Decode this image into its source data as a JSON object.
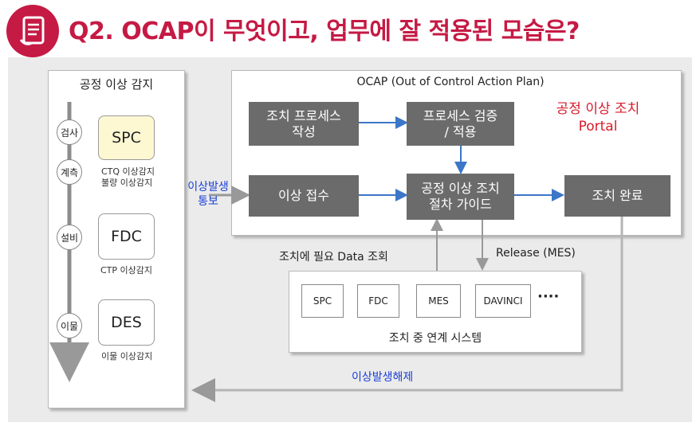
{
  "title": "Q2. OCAP이 무엇이고, 업무에 잘 적용된 모습은?",
  "icon_name": "document-icon",
  "left_panel": {
    "title": "공정 이상 감지",
    "steps": [
      "검사",
      "계측",
      "설비",
      "이물"
    ],
    "systems": [
      {
        "name": "SPC",
        "desc": "CTQ 이상감지\n불량 이상감지"
      },
      {
        "name": "FDC",
        "desc": "CTP 이상감지"
      },
      {
        "name": "DES",
        "desc": "이물 이상감지"
      }
    ]
  },
  "notify_label": "이상발생\n통보",
  "ocap": {
    "title": "OCAP (Out of Control Action Plan)",
    "portal_label": "공정 이상 조치\nPortal",
    "boxes": {
      "process_create": "조치 프로세스\n작성",
      "process_verify": "프로세스 검증\n/ 적용",
      "receive": "이상 접수",
      "guide": "공정 이상 조치\n절차 가이드",
      "complete": "조치 완료"
    }
  },
  "query_label": "조치에 필요 Data 조회",
  "release_label": "Release (MES)",
  "linked": {
    "systems": [
      "SPC",
      "FDC",
      "MES",
      "DAVINCI"
    ],
    "more": "····",
    "label": "조치 중 연계 시스템"
  },
  "clear_label": "이상발생해제",
  "colors": {
    "title": "#c51a44",
    "arrow_blue": "#3c76c8",
    "box_gray": "#6b6b6b",
    "notify_blue": "#1a3fd6",
    "portal_red": "#d81b2b",
    "spc_fill": "#fdf8d2"
  }
}
